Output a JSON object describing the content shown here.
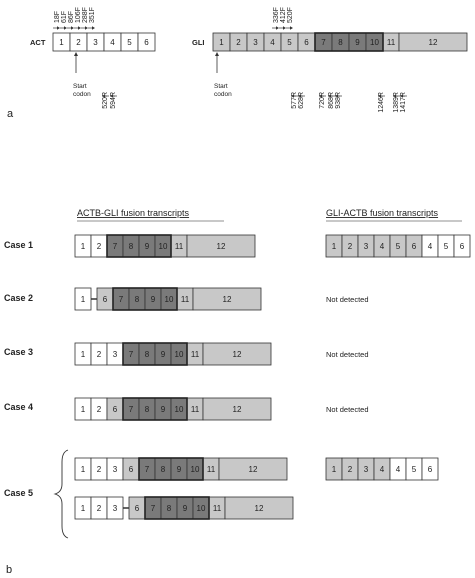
{
  "panel_a": {
    "label": "a",
    "act": {
      "gene": "ACT",
      "exon_labels": [
        "1",
        "2",
        "3",
        "4",
        "5",
        "6"
      ],
      "forward_primers": [
        "18F",
        "61F",
        "86F",
        "106F",
        "288F",
        "351F"
      ],
      "reverse_primers": [
        "520R",
        "594R"
      ],
      "start_codon": "Start codon"
    },
    "gli": {
      "gene": "GLI",
      "exon_labels": [
        "1",
        "2",
        "3",
        "4",
        "5",
        "6",
        "7",
        "8",
        "9",
        "10",
        "11",
        "12"
      ],
      "forward_primers": [
        "336F",
        "412F",
        "520F"
      ],
      "reverse_primers": [
        "577R",
        "628R",
        "720R",
        "868R",
        "938R",
        "1246R",
        "1389R",
        "1417R"
      ],
      "start_codon": "Start codon"
    }
  },
  "panel_b": {
    "label": "b",
    "left_header": "ACTB-GLI fusion transcripts",
    "right_header": "GLI-ACTB fusion transcripts",
    "not_detected": "Not detected",
    "cases": [
      {
        "label": "Case 1",
        "left": [
          {
            "exons": [
              "1",
              "2",
              "7",
              "8",
              "9",
              "10",
              "11",
              "12"
            ]
          }
        ],
        "right": {
          "exons": [
            "1",
            "2",
            "3",
            "4",
            "5",
            "6",
            "4",
            "5",
            "6"
          ]
        }
      },
      {
        "label": "Case 2",
        "left": [
          {
            "exons": [
              "1",
              "6",
              "7",
              "8",
              "9",
              "10",
              "11",
              "12"
            ]
          }
        ],
        "right": null
      },
      {
        "label": "Case 3",
        "left": [
          {
            "exons": [
              "1",
              "2",
              "3",
              "7",
              "8",
              "9",
              "10",
              "11",
              "12"
            ]
          }
        ],
        "right": null
      },
      {
        "label": "Case 4",
        "left": [
          {
            "exons": [
              "1",
              "2",
              "6",
              "7",
              "8",
              "9",
              "10",
              "11",
              "12"
            ]
          }
        ],
        "right": null
      },
      {
        "label": "Case 5",
        "left": [
          {
            "exons": [
              "1",
              "2",
              "3",
              "6",
              "7",
              "8",
              "9",
              "10",
              "11",
              "12"
            ]
          },
          {
            "exons": [
              "1",
              "2",
              "3",
              "6",
              "7",
              "8",
              "9",
              "10",
              "11",
              "12"
            ]
          }
        ],
        "right": {
          "exons": [
            "1",
            "2",
            "3",
            "4",
            "4",
            "5",
            "6"
          ]
        }
      }
    ]
  },
  "colors": {
    "actb_exon": "#ffffff",
    "gli_exon": "#c8c8c8",
    "zinc_finger": "#7a7a7a",
    "outline": "#333333",
    "text": "#222222"
  }
}
